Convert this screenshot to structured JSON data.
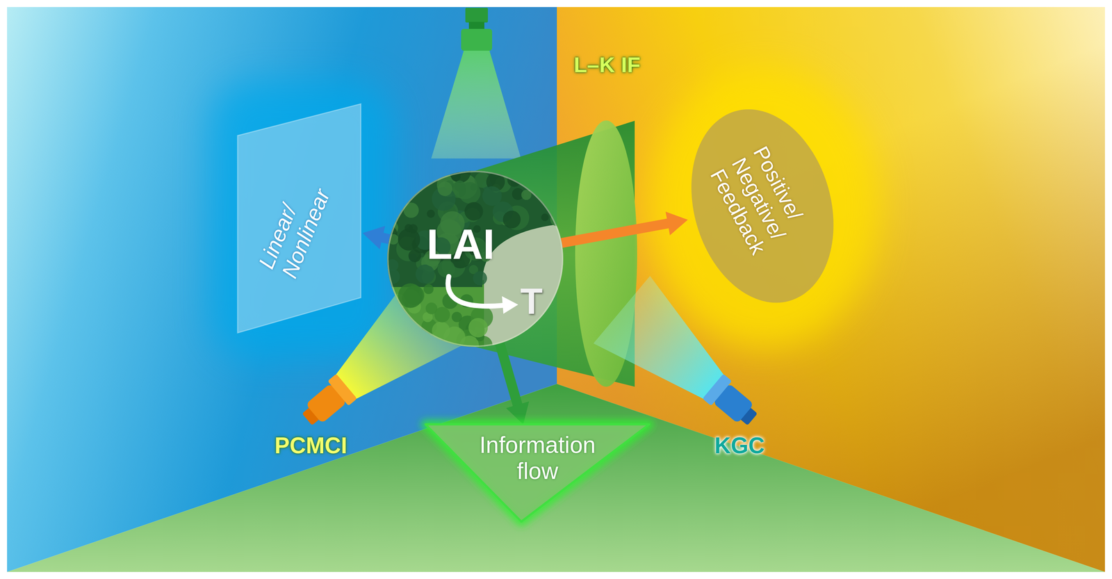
{
  "diagram": {
    "nodes": [
      {
        "text": [
          "Linear/ Nonlinear"
        ]
      },
      {
        "text": [
          "LAI",
          "T"
        ]
      },
      {
        "text": [
          "Positive/ Negative/ Feedback"
        ]
      },
      {
        "text": [
          "Information flow"
        ]
      }
    ],
    "edges": [
      {
        "from": 1,
        "to": 0,
        "arrow": "to"
      },
      {
        "from": 1,
        "to": 2,
        "arrow": "to"
      },
      {
        "from": 1,
        "to": 3,
        "arrow": "to"
      }
    ],
    "labels": [
      "L–K IF",
      "PCMCI",
      "KGC"
    ]
  }
}
